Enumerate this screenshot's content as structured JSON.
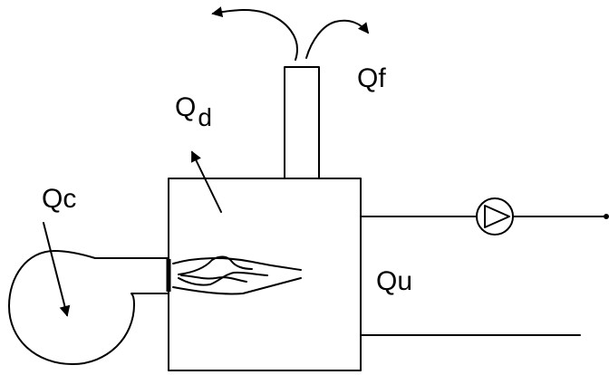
{
  "labels": {
    "qf": "Qf",
    "qd_main": "Q",
    "qd_sub": "d",
    "qc": "Qc",
    "qu": "Qu"
  },
  "colors": {
    "line": "#000000",
    "background": "#ffffff"
  }
}
